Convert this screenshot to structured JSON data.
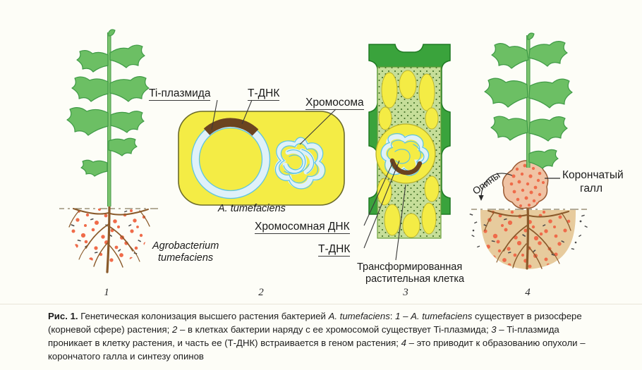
{
  "figure": {
    "background": "#fdfdf7",
    "panel_numbers": [
      "1",
      "2",
      "3",
      "4"
    ],
    "labels": {
      "ti_plasmid": "Ti-плазмида",
      "t_dna_top": "Т-ДНК",
      "chromosome": "Хромосома",
      "a_tumefaciens": "A. tumefaciens",
      "agrobacterium_line1": "Agrobacterium",
      "agrobacterium_line2": "tumefaciens",
      "chromosomal_dna": "Хромосомная ДНК",
      "t_dna_cell": "Т-ДНК",
      "transformed_cell_line1": "Трансформированная",
      "transformed_cell_line2": "растительная клетка",
      "opines": "Опины",
      "crown_gall_line1": "Корончатый",
      "crown_gall_line2": "галл"
    },
    "colors": {
      "leaf_green": "#6cbf64",
      "leaf_green_dark": "#3f9a46",
      "stem_green": "#7cc46e",
      "cell_yellow": "#f4ec45",
      "plasmid_blue": "#bfe4f2",
      "plasmid_blue_line": "#5ec4e0",
      "t_dna_brown": "#6b4420",
      "cell_wall_green": "#3aa33c",
      "cytoplasm_green": "#c3dd96",
      "soil_tan": "#e7cb9d",
      "bacteria_red": "#ef6b4a",
      "gall_fill": "#f0c3a4",
      "root_brown": "#8a5a2b",
      "label_rule": "#3a3a3a"
    }
  },
  "caption": {
    "prefix": "Рис. 1.",
    "part1": " Генетическая колонизация высшего растения бактерией ",
    "sp1": "A. tumefaciens",
    "part2": ": ",
    "num1": "1",
    "part3": " – ",
    "sp2": "A. tumefaciens",
    "part4": " существует в ризосфере (корневой сфере) растения; ",
    "num2": "2",
    "part5": " – в клетках бактерии наряду с ее хромосомой существует Ti-плазмида; ",
    "num3": "3",
    "part6": " – Ti-плазмида проникает в клетку растения, и часть ее (Т-ДНК) встраивается в геном растения; ",
    "num4": "4",
    "part7": " – это приводит к образованию опухоли – корончатого галла и синтезу опинов"
  }
}
